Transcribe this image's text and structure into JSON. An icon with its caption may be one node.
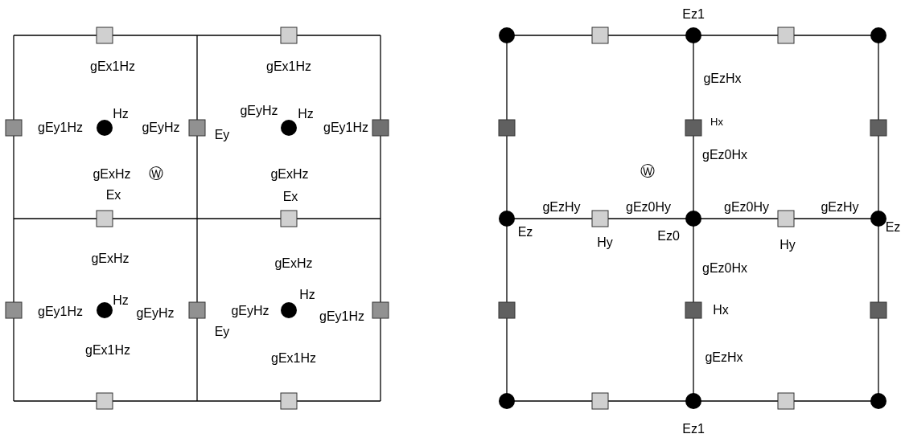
{
  "diagram": {
    "labels": [
      "gEx1Hz",
      "gEx1Hz",
      "Hz",
      "gEyHz",
      "Hz",
      "gEy1Hz",
      "gEyHz",
      "gEy1Hz",
      "Ey",
      "gExHz",
      "Ⓦ",
      "gExHz",
      "Ex",
      "Ex",
      "gExHz",
      "gExHz",
      "Hz",
      "Hz",
      "gEy1Hz",
      "gEyHz",
      "gEyHz",
      "gEy1Hz",
      "Ey",
      "gEx1Hz",
      "gEx1Hz",
      "Ez1",
      "gEzHx",
      "Hx",
      "gEz0Hx",
      "Ⓦ",
      "gEzHy",
      "gEz0Hy",
      "gEz0Hy",
      "gEzHy",
      "Ez",
      "Ez0",
      "Ez",
      "Hy",
      "Hy",
      "gEz0Hx",
      "Hx",
      "gEzHx",
      "Ez1"
    ]
  }
}
